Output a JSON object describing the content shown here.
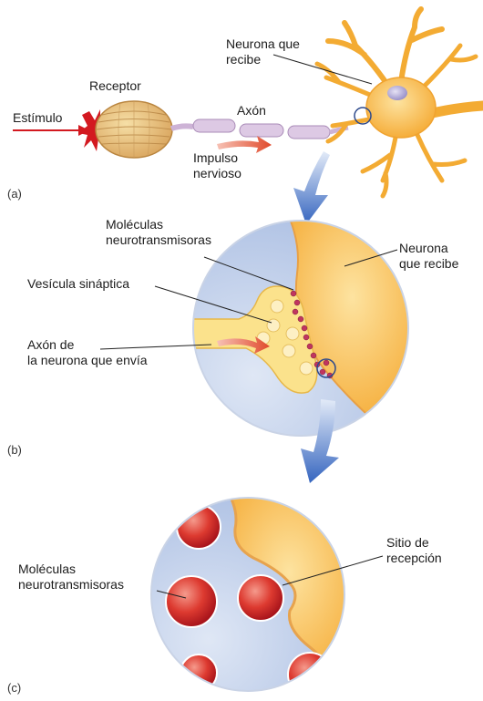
{
  "panel_a": {
    "letter": "(a)",
    "stimulus_label": "Estímulo",
    "receptor_label": "Receptor",
    "axon_label": "Axón",
    "impulse_label": "Impulso\nnervioso",
    "receiving_neuron_label": "Neurona que\nrecibe"
  },
  "panel_b": {
    "letter": "(b)",
    "neurotransmitters_label": "Moléculas\nneurotransmisoras",
    "vesicle_label": "Vesícula sináptica",
    "sending_axon_label": "Axón de\nla neurona que envía",
    "receiving_neuron_label": "Neurona\nque recibe"
  },
  "panel_c": {
    "letter": "(c)",
    "neurotransmitters_label": "Moléculas\nneurotransmisoras",
    "receptor_site_label": "Sitio de\nrecepción"
  },
  "colors": {
    "neuron_orange": "#f5a623",
    "neuron_light": "#fbd98c",
    "synapse_blue": "#b7c8e6",
    "arrow_blue": "#3b6fc4",
    "molecule_red": "#d8262b",
    "stimulus_red": "#d31920",
    "axon_lilac": "#d9c6e0"
  }
}
